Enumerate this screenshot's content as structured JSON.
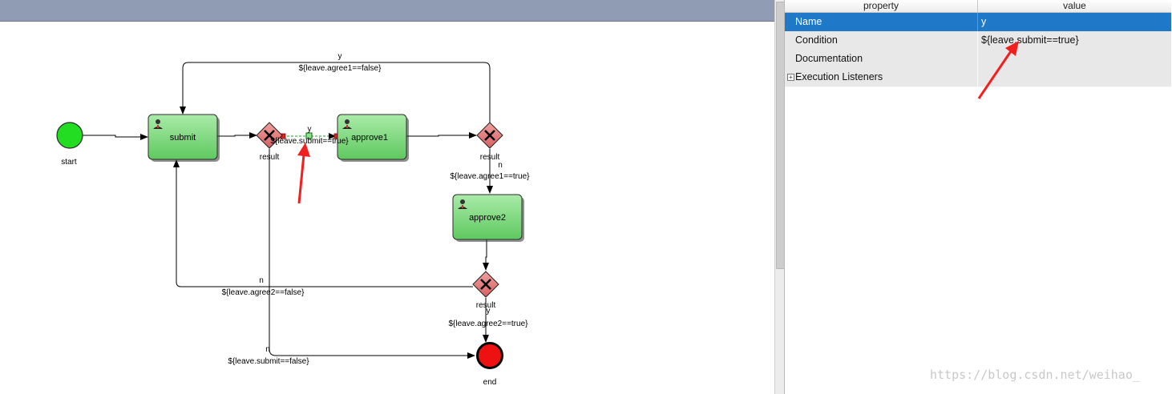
{
  "diagram": {
    "nodes": {
      "start": "start",
      "end": "end",
      "task_submit": "submit",
      "task_approve1": "approve1",
      "task_approve2": "approve2",
      "gateway1": "result",
      "gateway2": "result",
      "gateway3": "result"
    },
    "flows": {
      "g1_to_approve1": {
        "name": "y",
        "condition": "${leave.submit==true}"
      },
      "g1_to_end": {
        "name": "n",
        "condition": "${leave.submit==false}"
      },
      "g2_to_submit": {
        "name": "y",
        "condition": "${leave.agree1==false}"
      },
      "g2_to_approve2": {
        "name": "n",
        "condition": "${leave.agree1==true}"
      },
      "g3_to_submit": {
        "name": "n",
        "condition": "${leave.agree2==false}"
      },
      "g3_to_end": {
        "name": "y",
        "condition": "${leave.agree2==true}"
      }
    }
  },
  "properties": {
    "header": {
      "property": "property",
      "value": "value"
    },
    "rows": [
      {
        "name": "Name",
        "value": "y"
      },
      {
        "name": "Condition",
        "value": "${leave.submit==true}"
      },
      {
        "name": "Documentation",
        "value": ""
      },
      {
        "name": "Execution Listeners",
        "value": ""
      }
    ],
    "expand_symbol": "+"
  },
  "watermark": "https://blog.csdn.net/weihao_",
  "colors": {
    "task_fill": "#7bd67b",
    "gateway_fill": "#e07070",
    "start_fill": "#22dd22",
    "end_fill": "#ee1111",
    "selection": "#1f78c8",
    "annotation_arrow": "#f21f1f"
  },
  "icons": {
    "task": "user-icon",
    "gateway": "x-gateway-icon",
    "annotation": "red-arrow-icon"
  }
}
